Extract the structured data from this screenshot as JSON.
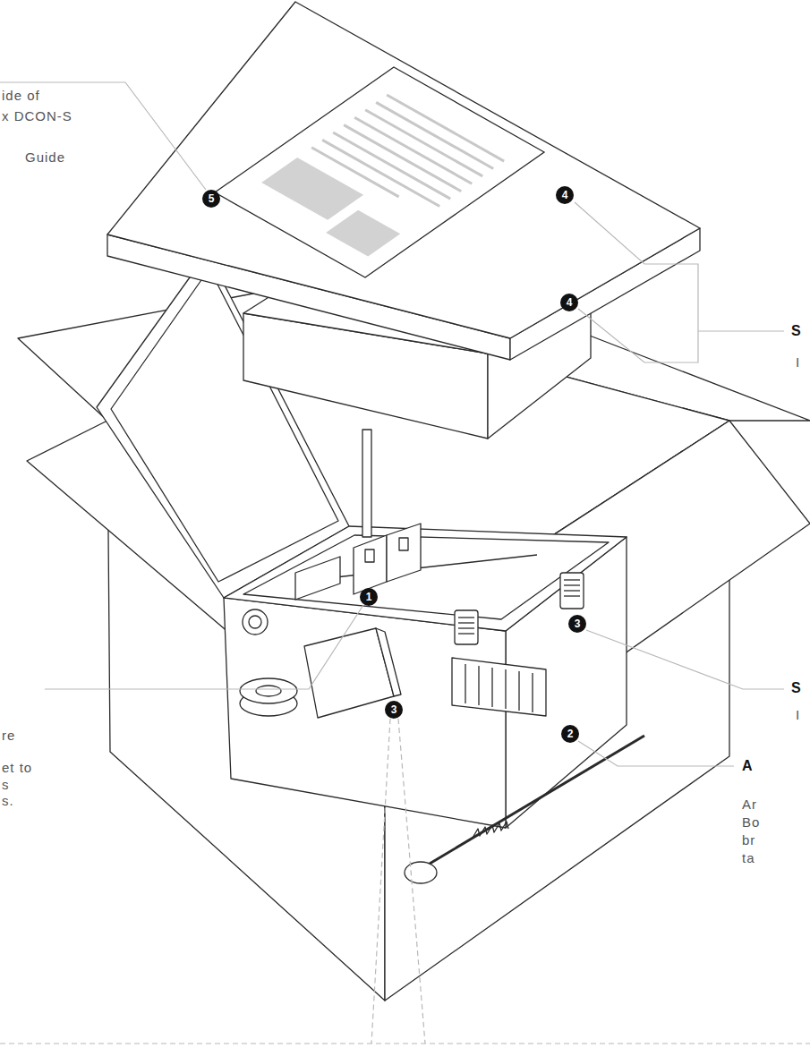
{
  "diagram": {
    "labels": [
      "ide of",
      "x DCON-S",
      "Guide",
      "5",
      "4",
      "4",
      "S",
      "I",
      "3",
      "3",
      "S",
      "I",
      "1",
      "2",
      "A",
      "re",
      "et to",
      "s",
      "s.",
      "Ar",
      "Bo",
      "br",
      "ta"
    ]
  }
}
